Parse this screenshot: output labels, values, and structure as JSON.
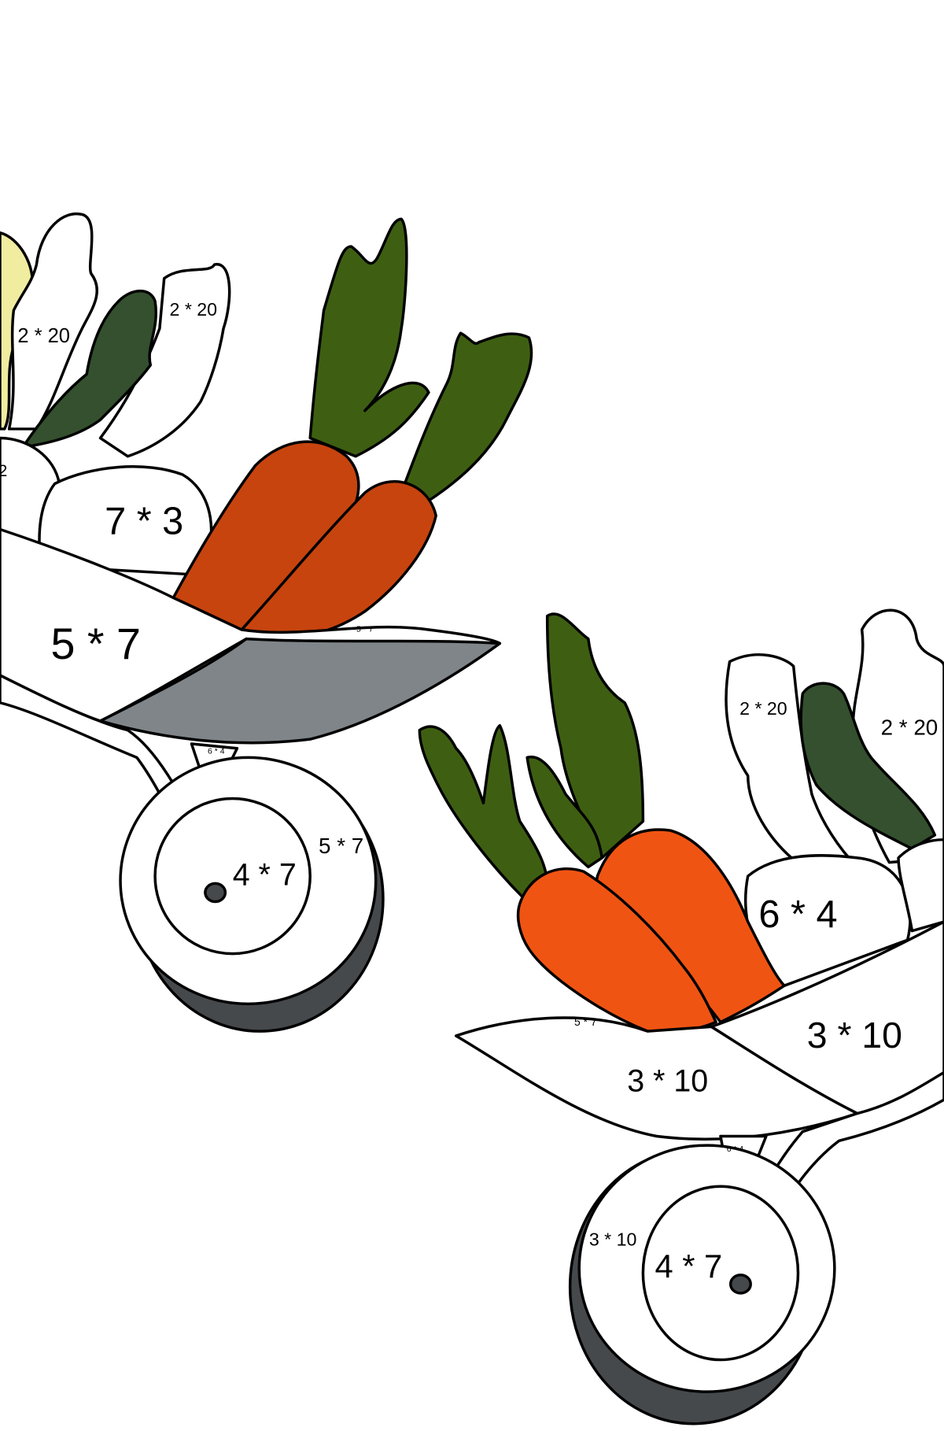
{
  "colors": {
    "carrot_left": "#c7440f",
    "carrot_right": "#f05413",
    "leaf_green": "#3e5f12",
    "dark_leaf": "#34502e",
    "yellow_leaf": "#f0eca0",
    "tray_gray": "#7f8589",
    "tire_dark": "#45494c",
    "outline": "#000000",
    "white": "#ffffff"
  },
  "labels": {
    "l_leaf1": "2 * 20",
    "l_leaf2": "2 * 20",
    "l_edge": "2",
    "l_radish": "7 * 3",
    "l_tray": "5 * 7",
    "l_tray_small": "5 * 7",
    "l_brace": "6 * 4",
    "l_tire": "5 * 7",
    "l_hub": "4 * 7",
    "r_leaf1": "2 * 20",
    "r_leaf2": "2 * 20",
    "r_radish": "6 * 4",
    "r_tray_small": "5 * 7",
    "r_tray_front": "3 * 10",
    "r_tray_side": "3 * 10",
    "r_brace": "6 * 4",
    "r_tire": "3 * 10",
    "r_hub": "4 * 7"
  }
}
